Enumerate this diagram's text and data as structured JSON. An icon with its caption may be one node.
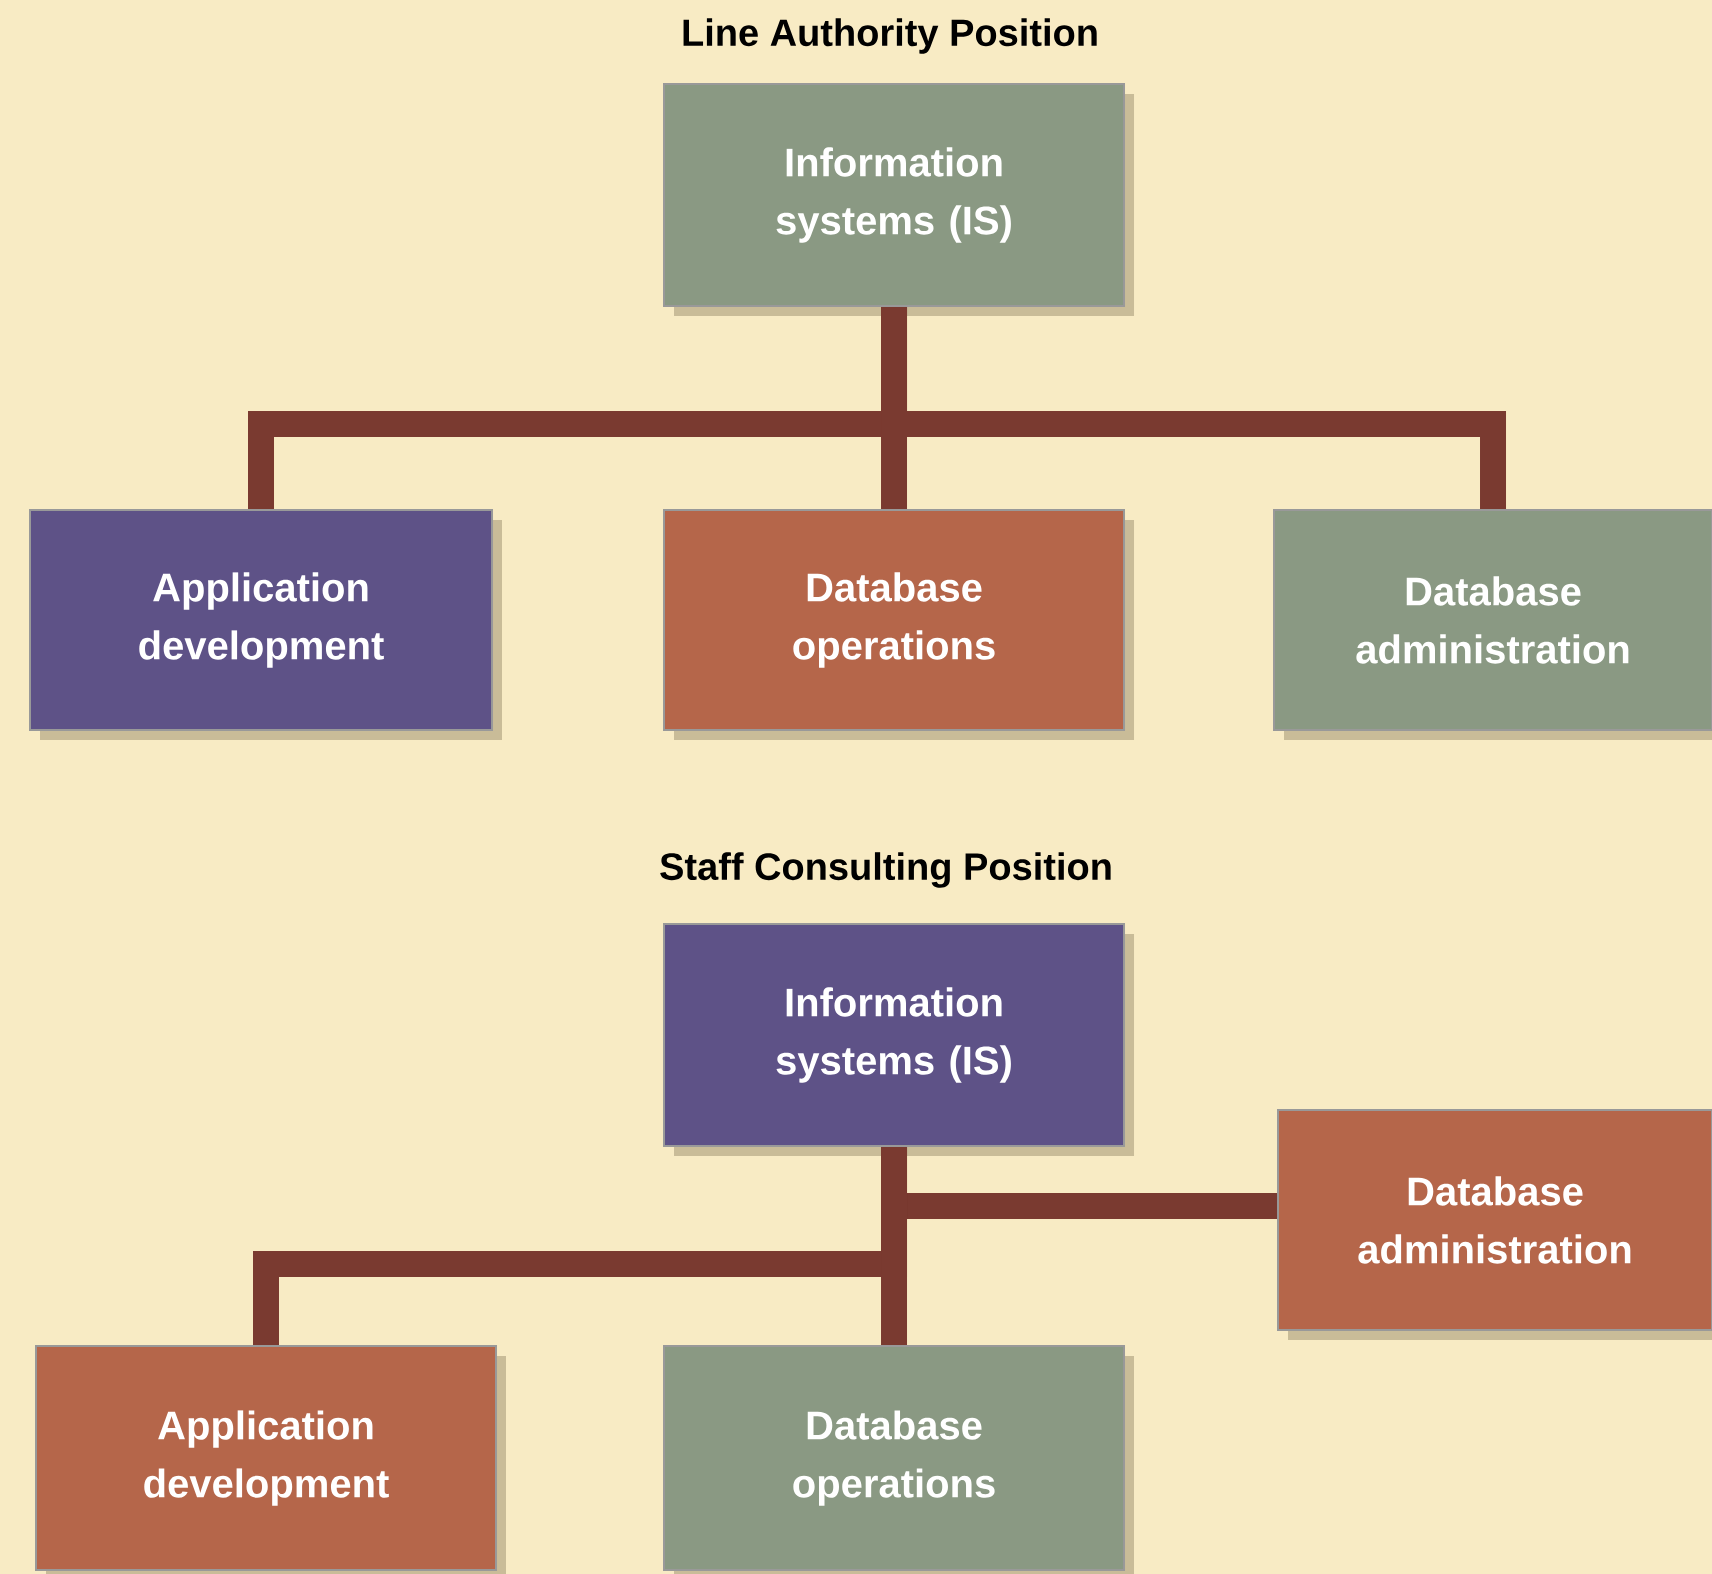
{
  "diagram": {
    "nodes": [
      {
        "text": [
          "Information systems (IS)"
        ]
      },
      {
        "text": [
          "Application development"
        ]
      },
      {
        "text": [
          "Database operations"
        ]
      },
      {
        "text": [
          "Database administration"
        ]
      },
      {
        "text": [
          "Information systems (IS)"
        ]
      },
      {
        "text": [
          "Database administration"
        ]
      },
      {
        "text": [
          "Application development"
        ]
      },
      {
        "text": [
          "Database operations"
        ]
      }
    ],
    "edges": [
      {
        "from": 0,
        "to": 1,
        "arrow": "none"
      },
      {
        "from": 0,
        "to": 2,
        "arrow": "none"
      },
      {
        "from": 0,
        "to": 3,
        "arrow": "none"
      },
      {
        "from": 4,
        "to": 5,
        "arrow": "none"
      },
      {
        "from": 4,
        "to": 6,
        "arrow": "none"
      },
      {
        "from": 4,
        "to": 7,
        "arrow": "none"
      }
    ],
    "labels": [
      "Line Authority Position",
      "Staff Consulting Position"
    ]
  }
}
